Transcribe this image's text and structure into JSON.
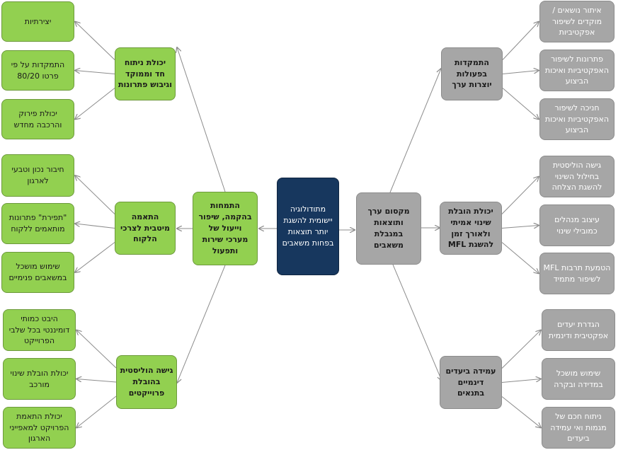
{
  "center": "מתודולוגיה יישומית להשגת יותר תוצאות בפחות משאבים",
  "left": {
    "main": "התמחות בהקמה, שיפור וייעול של מערכי שירות ותפעול",
    "groups": [
      {
        "title": "יכולת ניתוח חד וממוקד וגיבוש פתרונות",
        "items": [
          "יצירתיות",
          "התמקדות על פי פרטו 80/20",
          "יכולת פירוק והרכבה מחדש"
        ]
      },
      {
        "title": "התאמה מיטבית לצרכי הלקוח",
        "items": [
          "חיבור נכון וטבעי לארגון",
          "\"תפירת\" פתרונות מותאמים ללקוח",
          "שימוש מושכל במשאבים פנימיים"
        ]
      },
      {
        "title": "גישה הוליסטית בהובלת פרוייקטים",
        "items": [
          "היבט כמותי דומיננטי בכל שלבי הפרוייקט",
          "יכולת הובלת שינוי מורכב",
          "יכולת התאמת הפרויקט למאפייני הארגון"
        ]
      }
    ]
  },
  "right": {
    "main": "מקסום ערך ותוצאות במגבלת משאבים",
    "groups": [
      {
        "title": "התמקדות בפעולות יוצרות ערך",
        "items": [
          "איתור נושאים / מוקדים לשיפור אפקטיביות",
          "פתרונות לשיפור האפקטיביות ואיכות הביצוע",
          "חניכה לשיפור האפקטיביות ואיכות הביצוע"
        ]
      },
      {
        "title": "יכולת הובלת שינוי אמיתי ולאורך זמן להשגת MFL",
        "items": [
          "גישה הוליסטית בחילול השינוי להשגת הצלחה",
          "עיצוב מנהלים כמובילי שינוי",
          "הטמעת תרבות MFL לשיפור מתמיד"
        ]
      },
      {
        "title": "עמידה ביעדים דינמיים בתנאים",
        "items": [
          "הגדרת יעדים אפקטיבית ודינמית",
          "שימוש מושכל במדידה ובקרה",
          "ניתוח חכם של מגמות ואי עמידה ביעדים"
        ]
      }
    ]
  },
  "colors": {
    "green": "#92d050",
    "gray": "#a6a6a6",
    "navy": "#17375e",
    "arrow": "#8c8c8c"
  }
}
